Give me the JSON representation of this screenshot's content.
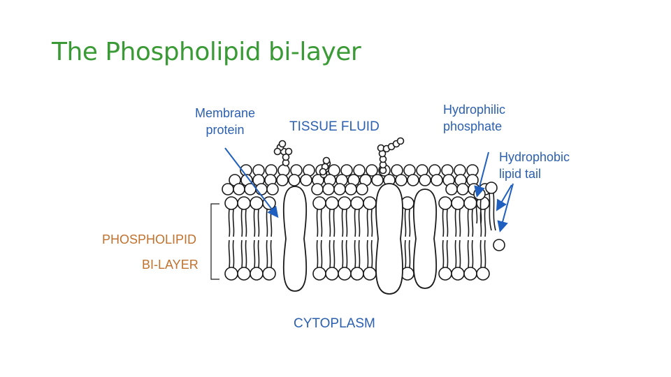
{
  "title": "The Phospholipid bi-layer",
  "labels": {
    "membrane_protein_line1": "Membrane",
    "membrane_protein_line2": "protein",
    "tissue_fluid": "TISSUE FLUID",
    "hydrophilic_line1": "Hydrophilic",
    "hydrophilic_line2": "phosphate",
    "hydrophobic_line1": "Hydrophobic",
    "hydrophobic_line2": "lipid tail",
    "phospholipid": "PHOSPHOLIPID",
    "bilayer": "BI-LAYER",
    "cytoplasm": "CYTOPLASM"
  },
  "colors": {
    "title": "#3a9a35",
    "label_blue": "#2b5fb0",
    "label_orange": "#c0712e",
    "arrow": "#1f5fbf",
    "line_art": "#1a1a1a"
  }
}
